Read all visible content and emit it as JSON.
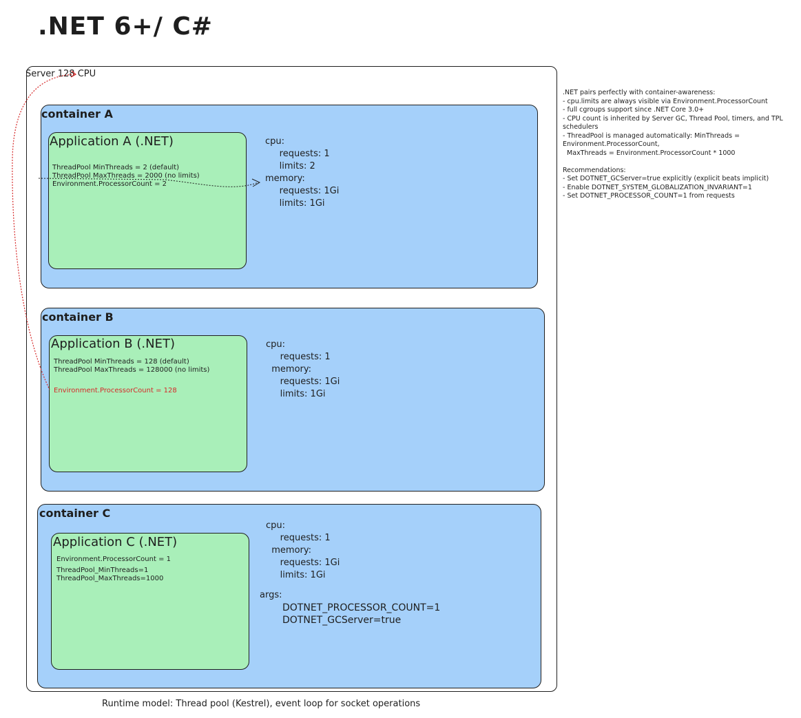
{
  "title": ".NET 6+/ C#",
  "server": {
    "label": "Server 128 CPU"
  },
  "containers": [
    {
      "label": "container A",
      "app_title": "Application A (.NET)",
      "app_lines": [
        "ThreadPool MinThreads = 2 (default)",
        "ThreadPool MaxThreads = 2000 (no limits)",
        "Environment.ProcessorCount = 2"
      ],
      "spec": "cpu:\n     requests: 1\n     limits: 2\nmemory:\n     requests: 1Gi\n     limits: 1Gi"
    },
    {
      "label": "container B",
      "app_title": "Application B (.NET)",
      "app_lines": [
        "ThreadPool MinThreads = 128 (default)",
        "ThreadPool MaxThreads = 128000 (no limits)"
      ],
      "app_highlight": "Environment.ProcessorCount = 128",
      "spec": "cpu:\n     requests: 1\n  memory:\n     requests: 1Gi\n     limits: 1Gi"
    },
    {
      "label": "container C",
      "app_title": "Application C (.NET)",
      "app_lines_1": "Environment.ProcessorCount = 1",
      "app_lines_2": "ThreadPool_MinThreads=1\nThreadPool_MaxThreads=1000",
      "spec": "cpu:\n     requests: 1\n  memory:\n     requests: 1Gi\n     limits: 1Gi",
      "args_label": "args:",
      "args": "DOTNET_PROCESSOR_COUNT=1\nDOTNET_GCServer=true"
    }
  ],
  "notes": ".NET pairs perfectly with container-awareness:\n- cpu.limits are always visible via Environment.ProcessorCount\n- full cgroups support since .NET Core 3.0+\n- CPU count is inherited by Server GC, Thread Pool, timers, and TPL schedulers\n- ThreadPool is managed automatically: MinThreads = Environment.ProcessorCount,\n  MaxThreads = Environment.ProcessorCount * 1000\n\nRecommendations:\n- Set DOTNET_GCServer=true explicitly (explicit beats implicit)\n- Enable DOTNET_SYSTEM_GLOBALIZATION_INVARIANT=1\n- Set DOTNET_PROCESSOR_COUNT=1 from requests",
  "footer": "Runtime model: Thread pool (Kestrel), event loop for socket operations",
  "colors": {
    "container": "#a5d0fa",
    "app": "#a9efb9",
    "highlight": "#d62828"
  }
}
